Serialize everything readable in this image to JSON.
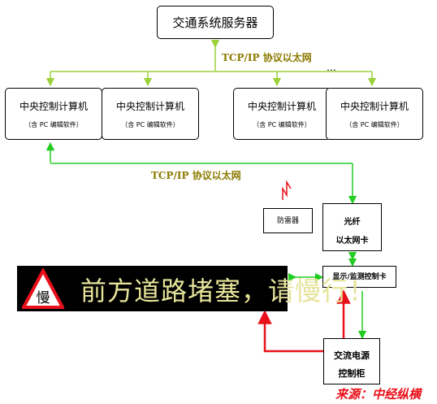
{
  "server": {
    "label": "交通系统服务器"
  },
  "network_top": {
    "label": "TCP/IP 协议以太网",
    "ellipsis": "…"
  },
  "network_mid": {
    "label": "TCP/IP 协议以太网"
  },
  "computers": [
    {
      "title": "中央控制计算机",
      "sub": "（含 PC 编辑软件）"
    },
    {
      "title": "中央控制计算机",
      "sub": "（含 PC 编辑软件）"
    },
    {
      "title": "中央控制计算机",
      "sub": "（含 PC 编辑软件）"
    },
    {
      "title": "中央控制计算机",
      "sub": "（含 PC 编辑软件）"
    }
  ],
  "alarm": {
    "label": "防雷器"
  },
  "fiber": {
    "line1": "光纤",
    "line2": "以太网卡"
  },
  "display_ctrl": {
    "label": "显示/监测控制卡"
  },
  "power": {
    "line1": "交流电源",
    "line2": "控制柜"
  },
  "sign": {
    "badge": "慢",
    "text": "前方道路堵塞，请慢行！"
  },
  "source": {
    "label": "来源：中经纵横"
  },
  "colors": {
    "network_line": "#9bd13a",
    "power_line": "#e8101a",
    "data_line": "#22cc22",
    "sign_text": "#e6e39a",
    "label_text": "#8b7a00"
  }
}
